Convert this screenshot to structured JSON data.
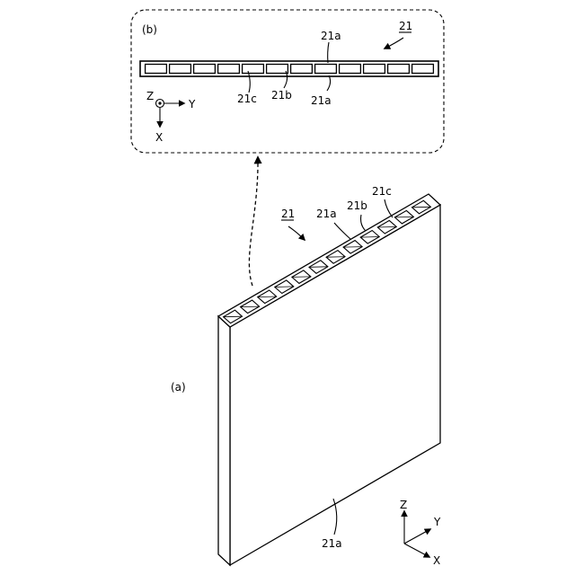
{
  "panel_b": {
    "label": "(b)",
    "ref_main": "21",
    "label_21a_top": "21a",
    "label_21c": "21c",
    "label_21b": "21b",
    "label_21a_bottom": "21a",
    "axis_z": "Z",
    "axis_y": "Y",
    "axis_x": "X",
    "cell_count": 12
  },
  "panel_a": {
    "label": "(a)",
    "ref_main": "21",
    "label_21a_top": "21a",
    "label_21b": "21b",
    "label_21c": "21c",
    "label_21a_face": "21a",
    "cell_count": 12
  },
  "axes_a": {
    "axis_z": "Z",
    "axis_y": "Y",
    "axis_x": "X"
  }
}
